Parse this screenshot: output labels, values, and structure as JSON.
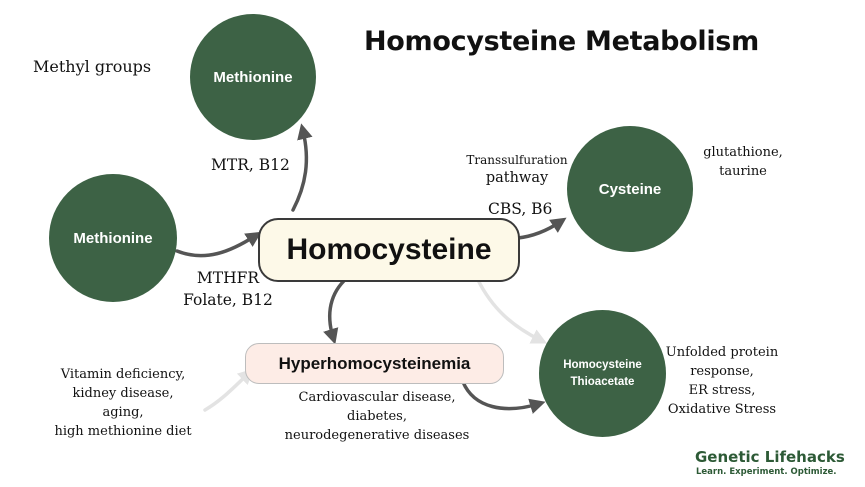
{
  "title": "Homocysteine Metabolism",
  "methyl_groups": "Methyl groups",
  "nodes": {
    "methionine_top": "Methionine",
    "methionine_left": "Methionine",
    "homocysteine": "Homocysteine",
    "cysteine": "Cysteine",
    "hyperhomocysteinemia": "Hyperhomocysteinemia",
    "thioacetate_line1": "Homocysteine",
    "thioacetate_line2": "Thioacetate"
  },
  "labels": {
    "mtr_b12": "MTR, B12",
    "mthfr": "MTHFR",
    "folate_b12": "Folate, B12",
    "transsulfuration": "Transsulfuration",
    "pathway": "pathway",
    "cbs_b6": "CBS, B6",
    "glutathione": "glutathione,",
    "taurine": "taurine",
    "causes": [
      "Vitamin deficiency,",
      "kidney disease,",
      "aging,",
      "high methionine  diet"
    ],
    "diseases": [
      "Cardiovascular disease,",
      "diabetes,",
      "neurodegenerative diseases"
    ],
    "effects": [
      "Unfolded protein",
      "response,",
      "ER stress,",
      "Oxidative Stress"
    ]
  },
  "brand": {
    "name": "Genetic Lifehacks",
    "tagline": "Learn. Experiment. Optimize."
  },
  "colors": {
    "node_green": "#3d6245",
    "homocysteine_fill": "#fdf9e8",
    "hyper_fill": "#fdece6",
    "arrow_dark": "#555555",
    "arrow_light": "#e3e3e3"
  }
}
